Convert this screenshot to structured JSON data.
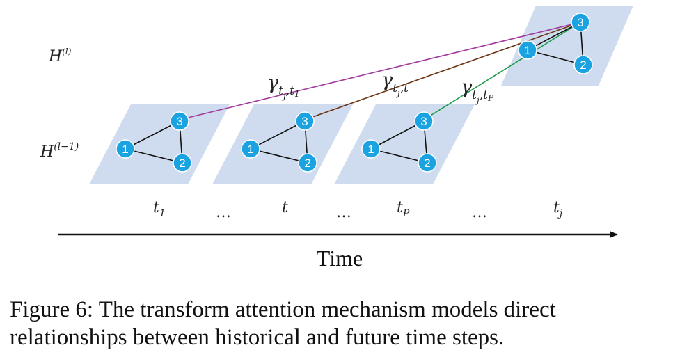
{
  "layers": {
    "upper_base": "H",
    "upper_sup": "(l)",
    "lower_base": "H",
    "lower_sup": "(l−1)"
  },
  "weights": [
    {
      "base": "γ",
      "sub": "t",
      "subsub": "j",
      "rest": ",t",
      "restsub": "1"
    },
    {
      "base": "γ",
      "sub": "t",
      "subsub": "j",
      "rest": ",t",
      "restsub": ""
    },
    {
      "base": "γ",
      "sub": "t",
      "subsub": "j",
      "rest": ",t",
      "restsub": "P"
    }
  ],
  "time_steps": [
    {
      "base": "t",
      "sub": "1"
    },
    {
      "base": "…",
      "sub": ""
    },
    {
      "base": "t",
      "sub": ""
    },
    {
      "base": "…",
      "sub": ""
    },
    {
      "base": "t",
      "sub": "P"
    },
    {
      "base": "…",
      "sub": ""
    },
    {
      "base": "t",
      "sub": "j"
    }
  ],
  "axis_label": "Time",
  "node_labels": [
    "1",
    "2",
    "3"
  ],
  "colors": {
    "panel": "#cfdcef",
    "node": "#1aa3e0",
    "node_border": "#ffffff",
    "edge": "#111111",
    "link_t1": "#a03c9e",
    "link_t": "#6b3513",
    "link_tp": "#1e9a4a"
  },
  "caption": {
    "line1": "Figure 6: The transform attention mechanism models direct",
    "line2": "relationships between historical and future time steps."
  }
}
